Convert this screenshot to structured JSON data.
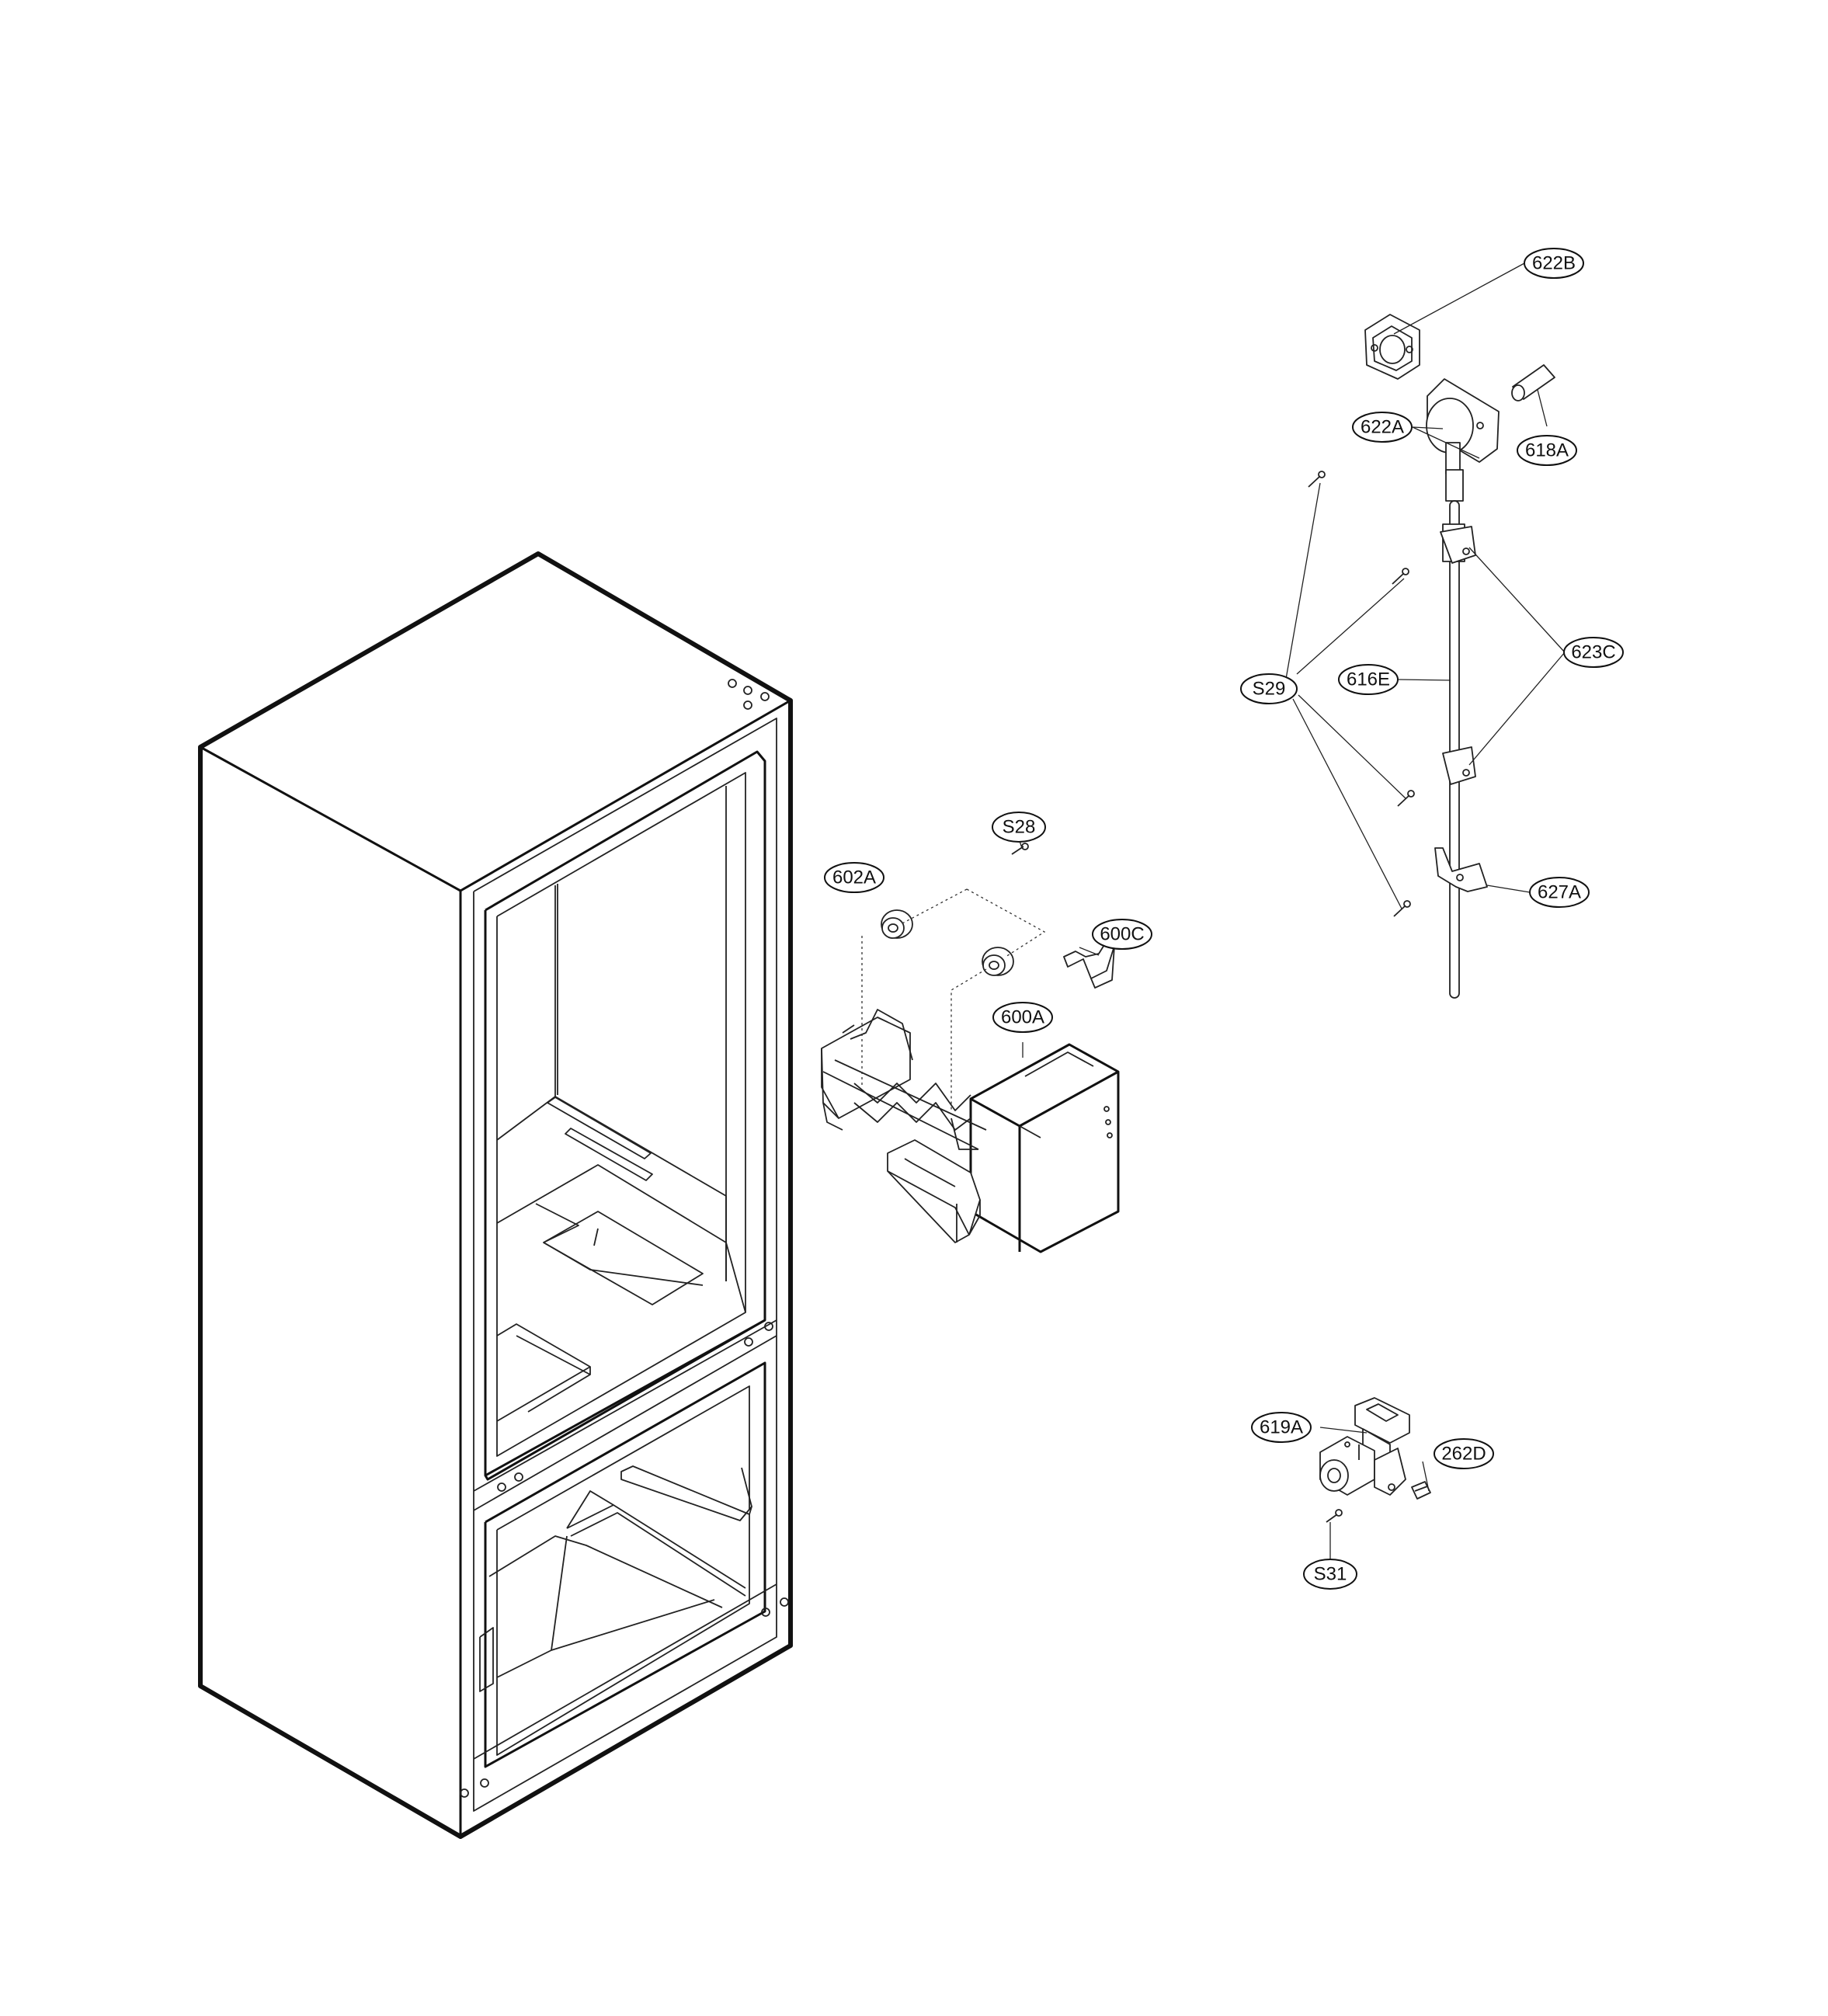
{
  "callouts": {
    "c622B": "622B",
    "c622A": "622A",
    "c618A": "618A",
    "c623C": "623C",
    "c616E": "616E",
    "cS29": "S29",
    "c627A": "627A",
    "cS28": "S28",
    "c602A": "602A",
    "c600C": "600C",
    "c600A": "600A",
    "c619A": "619A",
    "c262D": "262D",
    "cS31": "S31"
  }
}
